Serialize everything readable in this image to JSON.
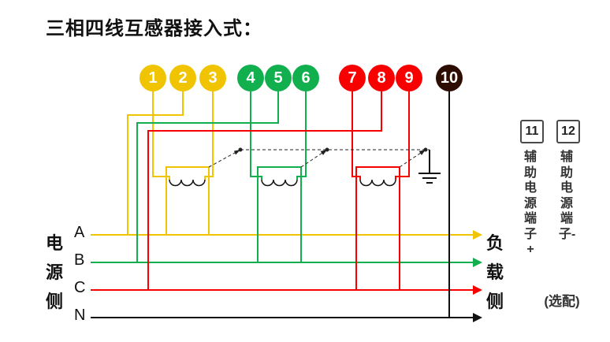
{
  "title": "三相四线互感器接入式：",
  "terminals": [
    {
      "label": "1"
    },
    {
      "label": "2"
    },
    {
      "label": "3"
    },
    {
      "label": "4"
    },
    {
      "label": "5"
    },
    {
      "label": "6"
    },
    {
      "label": "7"
    },
    {
      "label": "8"
    },
    {
      "label": "9"
    },
    {
      "label": "10"
    }
  ],
  "aux": {
    "items": [
      {
        "number": "11",
        "label": "辅助电源端子+"
      },
      {
        "number": "12",
        "label": "辅助电源端子-"
      }
    ],
    "note": "(选配)"
  },
  "left_side": {
    "label": "电源侧",
    "phases": [
      "A",
      "B",
      "C",
      "N"
    ]
  },
  "right_side": {
    "label": "负载侧"
  },
  "colors": {
    "phase_a": "#F0C400",
    "phase_b": "#12AF4E",
    "phase_c": "#F80000",
    "neutral": "#111111",
    "terminal_10": "#2D0C02"
  }
}
